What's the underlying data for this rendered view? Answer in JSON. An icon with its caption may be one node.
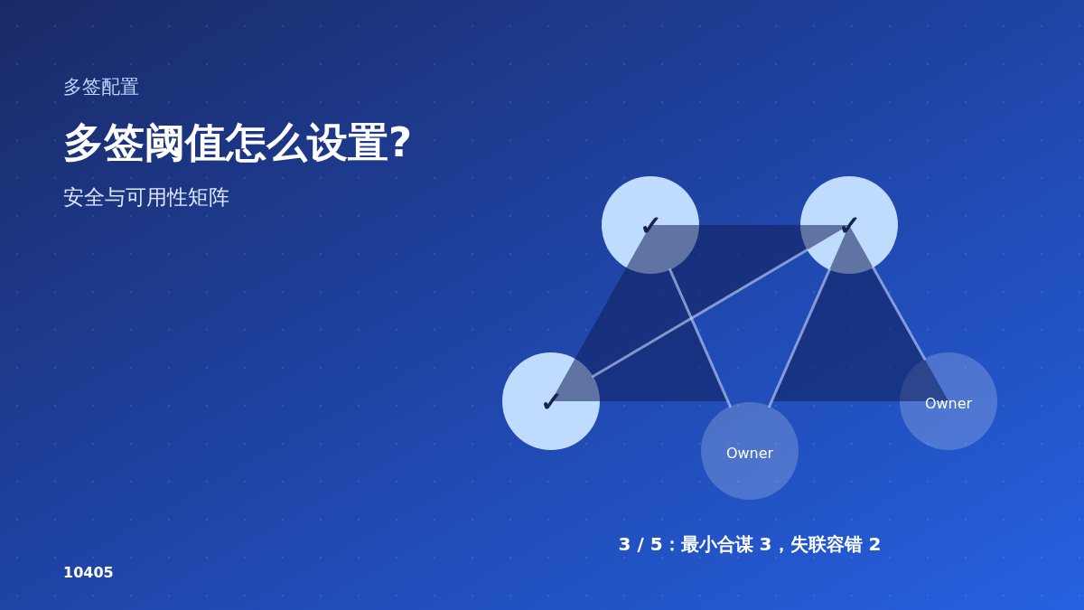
{
  "diagram": {
    "title": "多签阈值怎么设置?",
    "caption": "3 / 5：最小合谋 3，失联容错 2",
    "nodes": [
      {
        "text": [
          "✓"
        ]
      },
      {
        "text": [
          "✓"
        ]
      },
      {
        "text": [
          "✓"
        ]
      },
      {
        "text": [
          "Owner"
        ]
      },
      {
        "text": [
          "Owner"
        ]
      }
    ],
    "edges": [
      {
        "from": 0,
        "to": 4,
        "arrow": "none"
      },
      {
        "from": 1,
        "to": 2,
        "arrow": "none"
      },
      {
        "from": 1,
        "to": 4,
        "arrow": "none"
      },
      {
        "from": 1,
        "to": 3,
        "arrow": "none"
      }
    ],
    "labels": [
      "多签配置",
      "安全与可用性矩阵",
      "10405"
    ]
  }
}
